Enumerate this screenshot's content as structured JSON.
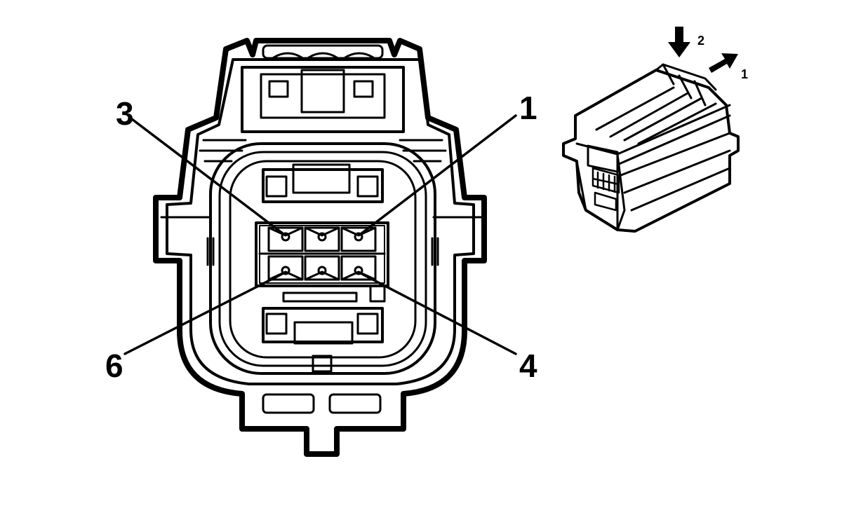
{
  "callouts": {
    "pin_1": "1",
    "pin_3": "3",
    "pin_4": "4",
    "pin_6": "6"
  },
  "release_steps": {
    "step_1": "1",
    "step_2": "2"
  },
  "colors": {
    "ink": "#000000",
    "background": "#ffffff"
  }
}
